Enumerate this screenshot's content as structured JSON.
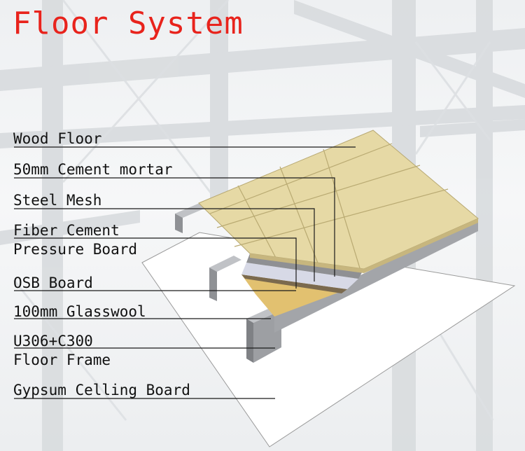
{
  "title": "Floor System",
  "layers": [
    {
      "key": "wood",
      "label": "Wood Floor"
    },
    {
      "key": "mortar",
      "label": "50mm Cement mortar"
    },
    {
      "key": "mesh",
      "label": "Steel Mesh"
    },
    {
      "key": "fiber",
      "label": "Fiber Cement\nPressure Board"
    },
    {
      "key": "osb",
      "label": "OSB Board"
    },
    {
      "key": "wool",
      "label": "100mm Glasswool"
    },
    {
      "key": "frame",
      "label": "U306+C300\nFloor Frame"
    },
    {
      "key": "gypsum",
      "label": "Gypsum Celling Board"
    }
  ],
  "colors": {
    "title": "#e8231c",
    "wood_floor": "#e6d9a5",
    "wood_grid": "#b9aa72",
    "steel": "#9d9fa3",
    "osb": "#d9b46c",
    "gypsum": "#ffffff",
    "leader": "#1a1a1a"
  }
}
